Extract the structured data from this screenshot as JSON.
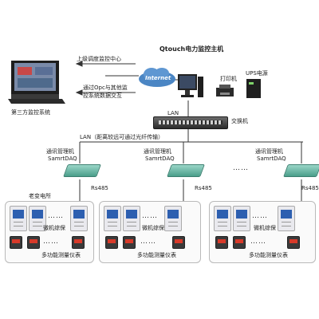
{
  "labels": {
    "upper_center": "上级调度监控中心",
    "opc_line1": "通过Opc与其他监",
    "opc_line2": "控系统数据交互",
    "internet": "Internet",
    "main_host": "Qtouch电力监控主机",
    "printer": "打印机",
    "ups": "UPS电源",
    "third_party": "第三方监控系统",
    "lan_top": "LAN",
    "switch": "交换机",
    "lan_fiber": "LAN（距离较远可通过光纤传输）",
    "gateway_line1": "通讯管理机",
    "gateway_line2": "SamrtDAQ",
    "rs485": "Rs485",
    "substation": "老变电所",
    "relay_protect": "微机综保",
    "multi_meter": "多功能测量仪表",
    "ellipsis": "……"
  },
  "colors": {
    "wire": "#333333",
    "relay_screen": "#2d5fb0",
    "gateway": "#4a9e8a",
    "cloud": "#4b86c4"
  }
}
